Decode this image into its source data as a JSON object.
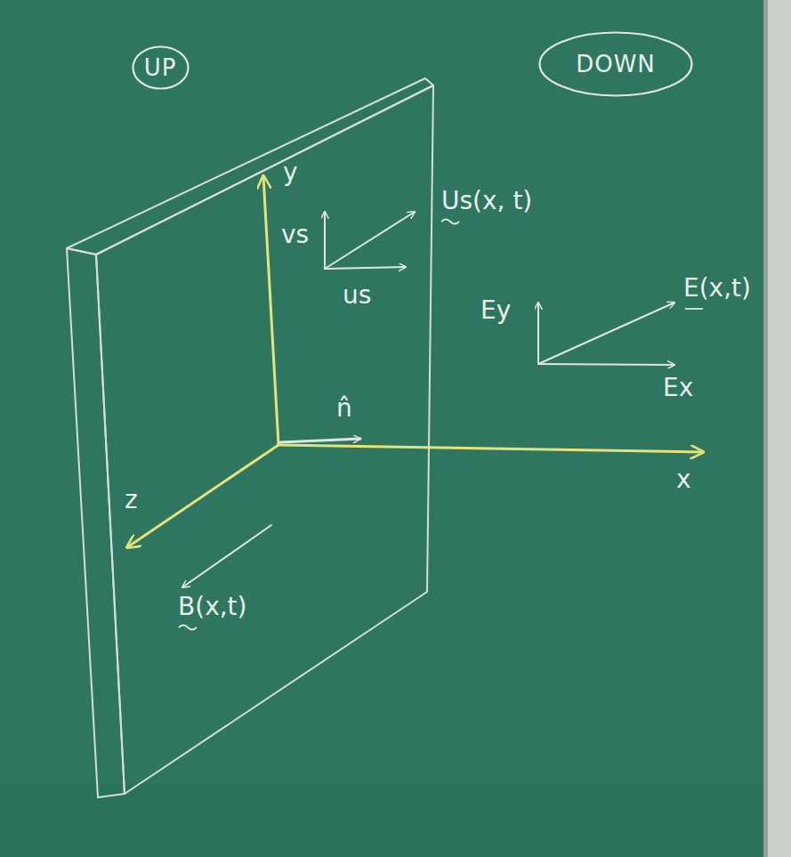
{
  "diagram": {
    "nodes": [
      {
        "text": [
          "UP"
        ]
      },
      {
        "text": [
          "DOWN"
        ]
      }
    ],
    "labels": [
      "y",
      "Us(x, t)",
      "vs",
      "us",
      "Ey",
      "E(x,t)",
      "Ex",
      "n̂",
      "x",
      "z",
      "B(x,t)"
    ]
  }
}
